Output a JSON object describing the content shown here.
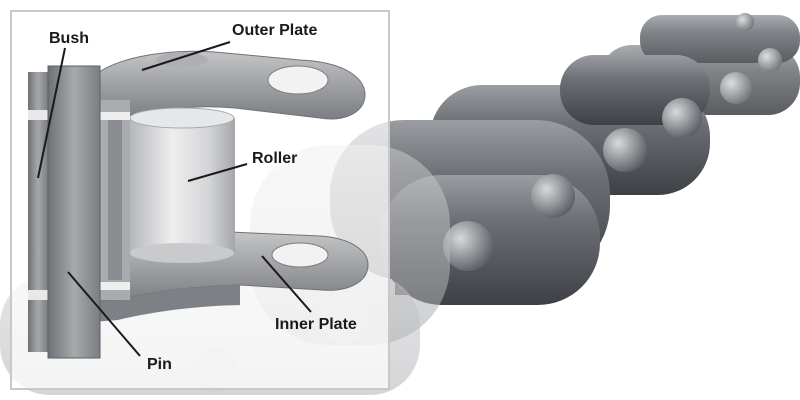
{
  "labels": {
    "bush": "Bush",
    "outer_plate": "Outer Plate",
    "roller": "Roller",
    "inner_plate": "Inner Plate",
    "pin": "Pin"
  },
  "colors": {
    "frame_border": "#c8c8c8",
    "leader_line": "#1a1a1a",
    "label_text": "#1a1a1a",
    "steel_dark": "#4a4d52",
    "steel_mid": "#8a8d92",
    "steel_light": "#d9dadc"
  }
}
